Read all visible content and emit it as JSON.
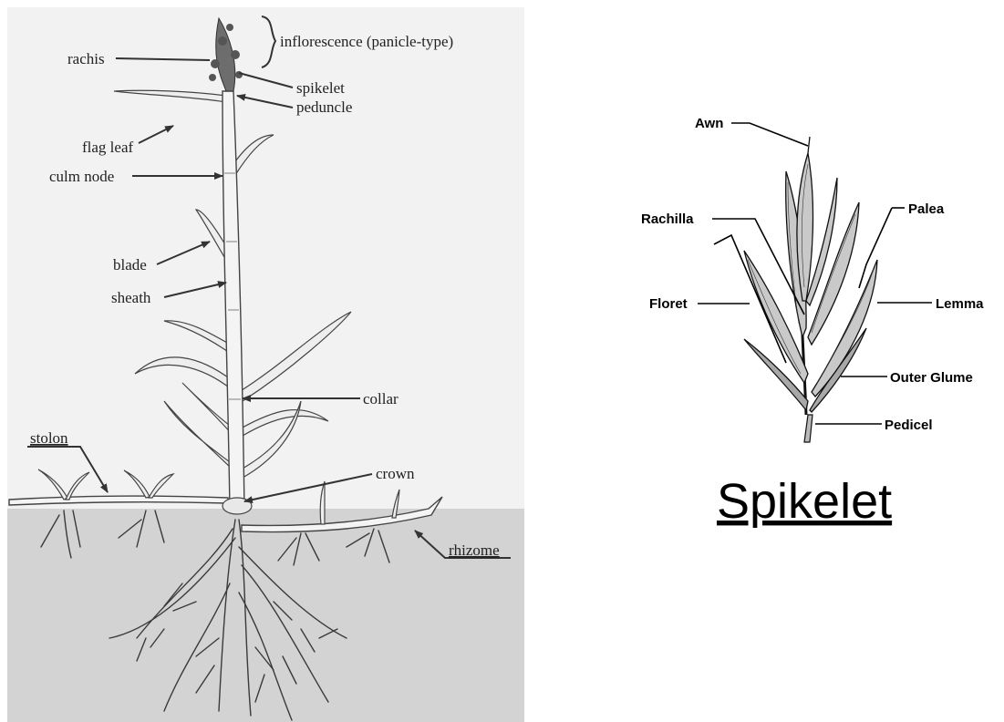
{
  "colors": {
    "sky": "#f2f2f2",
    "soil": "#d3d3d3",
    "line": "#333333"
  },
  "plant": {
    "labels": {
      "rachis": "rachis",
      "inflorescence": "inflorescence (panicle-type)",
      "spikelet": "spikelet",
      "peduncle": "peduncle",
      "flag_leaf": "flag leaf",
      "culm_node": "culm node",
      "blade": "blade",
      "sheath": "sheath",
      "collar": "collar",
      "stolon": "stolon",
      "crown": "crown",
      "rhizome": "rhizome"
    }
  },
  "spikelet": {
    "labels": {
      "awn": "Awn",
      "rachilla": "Rachilla",
      "palea": "Palea",
      "floret": "Floret",
      "lemma": "Lemma",
      "outer_glume": "Outer Glume",
      "pedicel": "Pedicel"
    },
    "title": "Spikelet"
  }
}
